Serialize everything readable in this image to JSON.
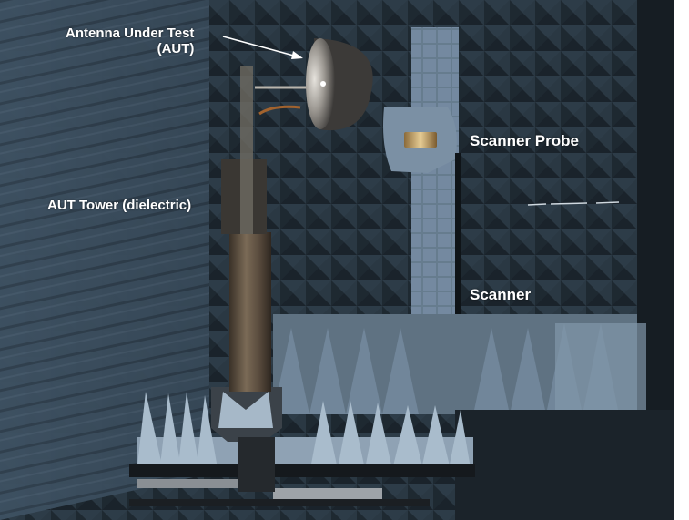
{
  "image": {
    "description": "Anechoic chamber near-field antenna measurement setup",
    "colors": {
      "absorber_dark": "#25323c",
      "absorber_mid": "#4c5e6c",
      "absorber_light": "#8c9fb0",
      "label_text": "#ffffff"
    }
  },
  "labels": {
    "aut_line1": "Antenna Under Test",
    "aut_line2": "(AUT)",
    "tower": "AUT Tower (dielectric)",
    "probe": "Scanner Probe",
    "scanner": "Scanner"
  }
}
